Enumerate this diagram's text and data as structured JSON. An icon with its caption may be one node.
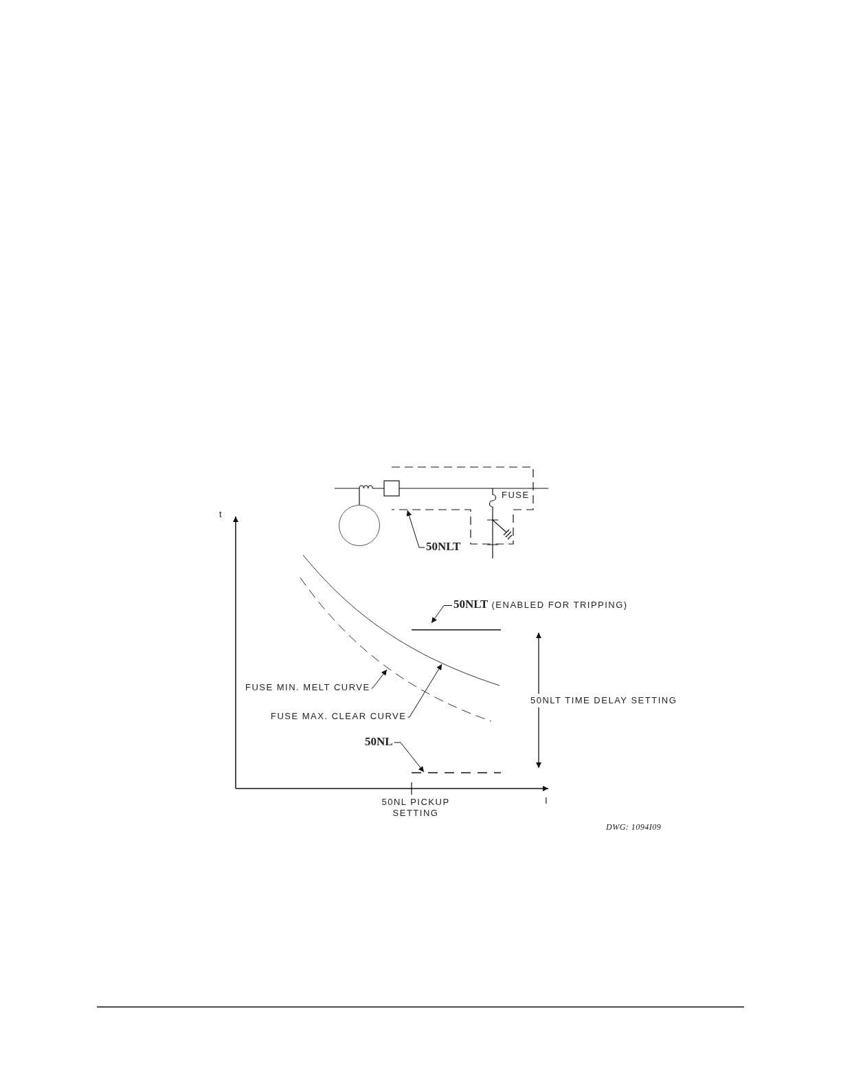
{
  "diagram": {
    "nodes": [
      {
        "text": [],
        "shape": "circle"
      },
      {
        "text": [
          "50NLT"
        ]
      },
      {
        "text": [
          "**50NLT** (ENABLED FOR TRIPPING)"
        ]
      },
      {
        "text": [
          "FUSE MIN. MELT CURVE"
        ]
      },
      {
        "text": [
          "FUSE MAX. CLEAR CURVE"
        ]
      },
      {
        "text": [
          "50NL"
        ]
      }
    ],
    "edges": [
      {
        "from": 1,
        "to": null,
        "arrow": "to"
      },
      {
        "from": 2,
        "to": null,
        "arrow": "to"
      },
      {
        "from": 3,
        "to": null,
        "arrow": "to"
      },
      {
        "from": 4,
        "to": null,
        "arrow": "to"
      },
      {
        "from": 5,
        "to": null,
        "arrow": "to"
      }
    ],
    "labels": [
      "FUSE",
      "t",
      "50NLT TIME DELAY SETTING",
      "I",
      "50NL PICKUP SETTING",
      "DWG: 1094I09"
    ]
  }
}
